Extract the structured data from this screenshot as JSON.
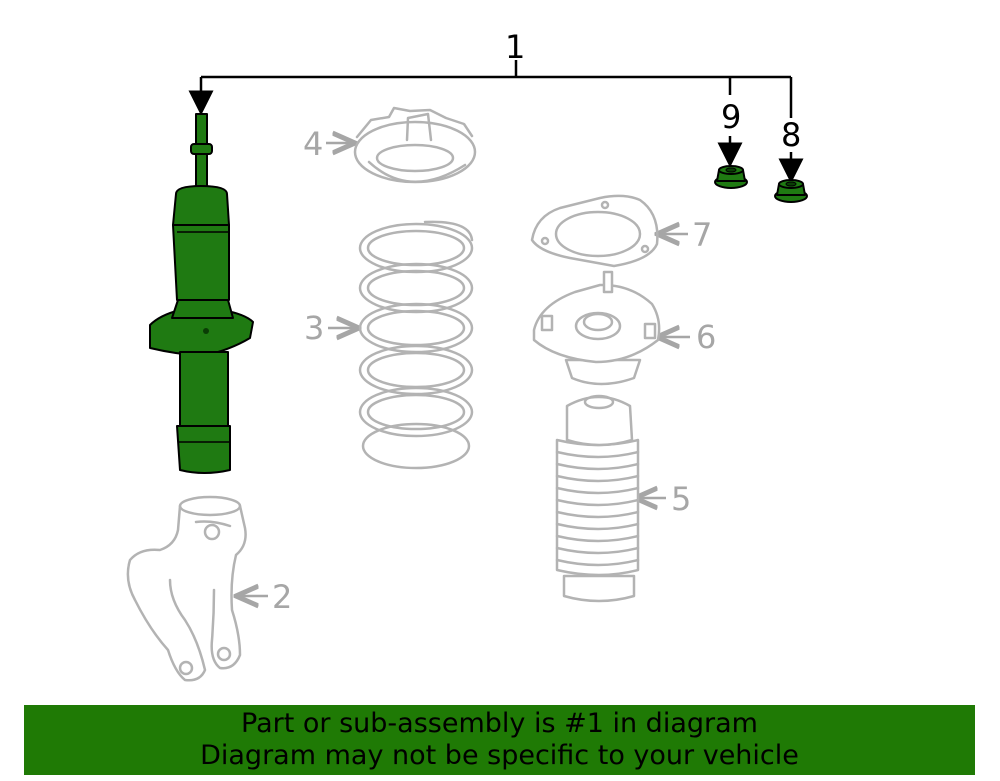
{
  "callouts": {
    "c1": "1",
    "c2": "2",
    "c3": "3",
    "c4": "4",
    "c5": "5",
    "c6": "6",
    "c7": "7",
    "c8": "8",
    "c9": "9"
  },
  "banner": {
    "line1": "Part or sub-assembly is #1 in diagram",
    "line2": "Diagram may not be specific to your vehicle"
  },
  "colors": {
    "highlight": "#1f7a12",
    "banner_bg": "#1f7a05",
    "part_outline": "#b3b3b3"
  }
}
